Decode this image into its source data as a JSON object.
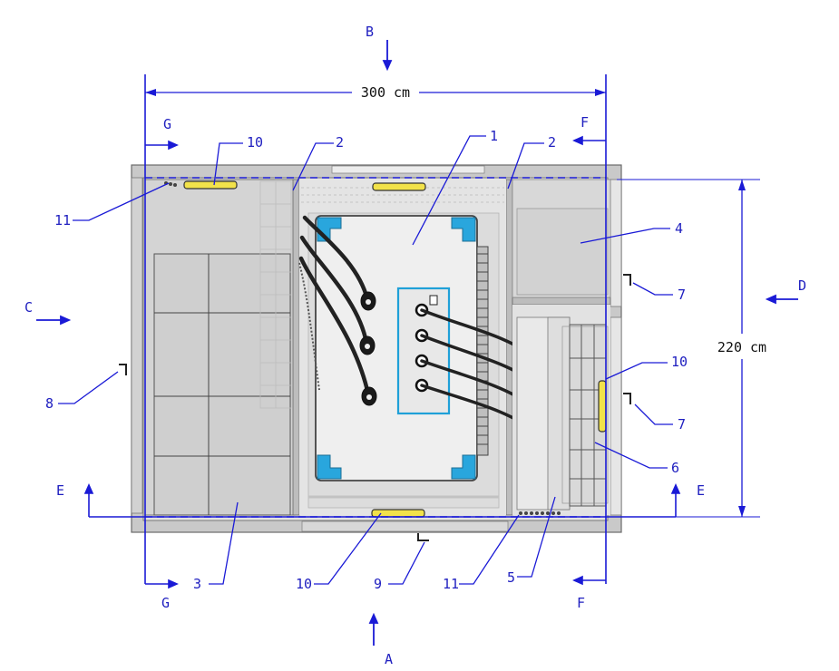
{
  "dimensions": {
    "width_label": "300 cm",
    "height_label": "220 cm"
  },
  "view_markers": {
    "top": "B",
    "bottom": "A",
    "left": "C",
    "right": "D"
  },
  "section_markers": {
    "g_top": "G",
    "g_bottom": "G",
    "f_top": "F",
    "f_bottom": "F",
    "e_left": "E",
    "e_right": "E"
  },
  "callouts": {
    "c1": "1",
    "c2a": "2",
    "c2b": "2",
    "c3": "3",
    "c4": "4",
    "c5": "5",
    "c6": "6",
    "c7a": "7",
    "c7b": "7",
    "c8": "8",
    "c9": "9",
    "c10a": "10",
    "c10b": "10",
    "c10c": "10",
    "c11a": "11",
    "c11b": "11"
  },
  "colors": {
    "annotation_blue": "#1a1ad6",
    "cabinet_gray": "#d3d3d3",
    "wall_gray": "#c8c8c8",
    "transformer_accent": "#28a8e0",
    "light_yellow": "#f2e24a"
  }
}
